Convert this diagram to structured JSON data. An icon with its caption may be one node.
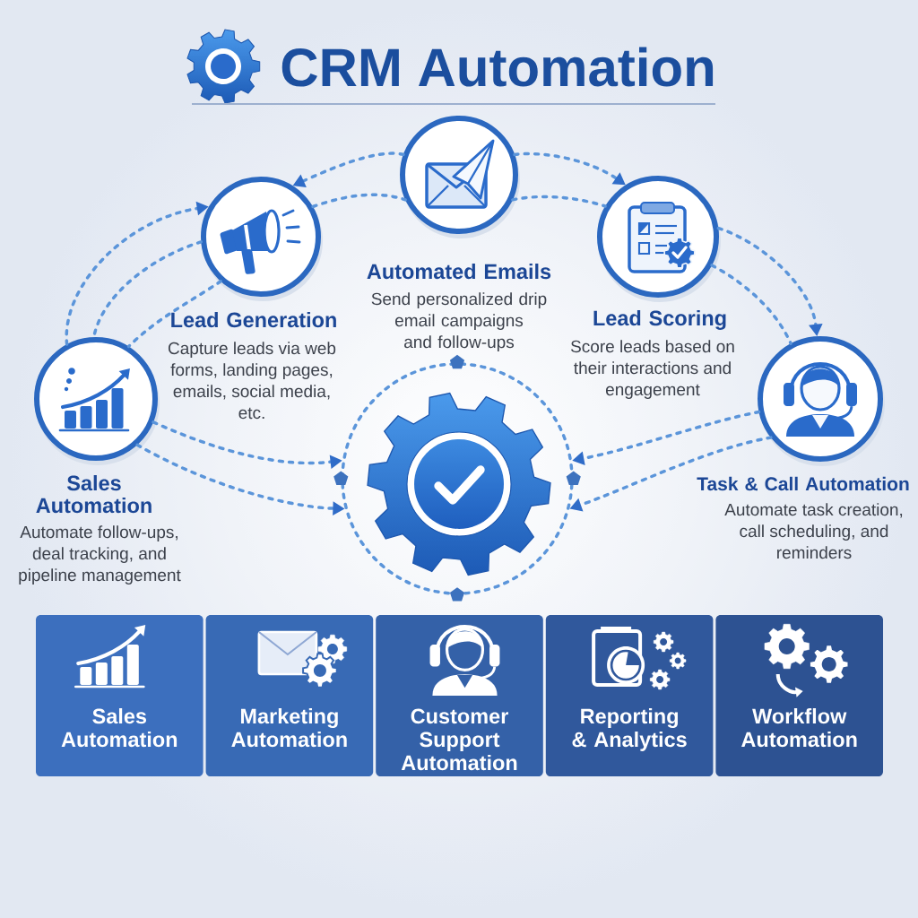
{
  "diagram": {
    "title": "CRM Automation",
    "nodes": [
      {
        "text": [
          "Sales Automation",
          "Automate follow-ups, deal tracking, and pipeline management"
        ]
      },
      {
        "text": [
          "Lead Generation",
          "Capture leads via web forms, landing pages, emails, social media, etc."
        ]
      },
      {
        "text": [
          "Automated Emails",
          "Send personalized drip email campaigns and follow-ups"
        ]
      },
      {
        "text": [
          "Lead Scoring",
          "Score leads based on their interactions and engagement"
        ]
      },
      {
        "text": [
          "Task & Call Automation",
          "Automate task creation, call scheduling, and reminders"
        ]
      },
      {
        "text": [],
        "shape": "gear"
      },
      {
        "text": [
          "Sales Automation"
        ]
      },
      {
        "text": [
          "Marketing Automation"
        ]
      },
      {
        "text": [
          "Customer Support Automation"
        ]
      },
      {
        "text": [
          "Reporting & Analytics"
        ]
      },
      {
        "text": [
          "Workflow Automation"
        ]
      }
    ],
    "edges": [
      {
        "from": 0,
        "to": 1,
        "arrow": "to",
        "style": "dashed"
      },
      {
        "from": 1,
        "to": 0,
        "arrow": "none",
        "style": "dashed"
      },
      {
        "from": 1,
        "to": 0,
        "arrow": "none",
        "style": "dashed"
      },
      {
        "from": 2,
        "to": 1,
        "arrow": "to",
        "style": "dashed"
      },
      {
        "from": 1,
        "to": 2,
        "arrow": "none",
        "style": "dashed"
      },
      {
        "from": 2,
        "to": 3,
        "arrow": "to",
        "style": "dashed"
      },
      {
        "from": 2,
        "to": 3,
        "arrow": "none",
        "style": "dashed"
      },
      {
        "from": 3,
        "to": 4,
        "arrow": "to",
        "style": "dashed"
      },
      {
        "from": 3,
        "to": 4,
        "arrow": "none",
        "style": "dashed"
      },
      {
        "from": 0,
        "to": 5,
        "arrow": "to",
        "style": "dashed"
      },
      {
        "from": 0,
        "to": 5,
        "arrow": "to",
        "style": "dashed"
      },
      {
        "from": 4,
        "to": 5,
        "arrow": "to",
        "style": "dashed"
      },
      {
        "from": 4,
        "to": 5,
        "arrow": "to",
        "style": "dashed"
      }
    ]
  }
}
